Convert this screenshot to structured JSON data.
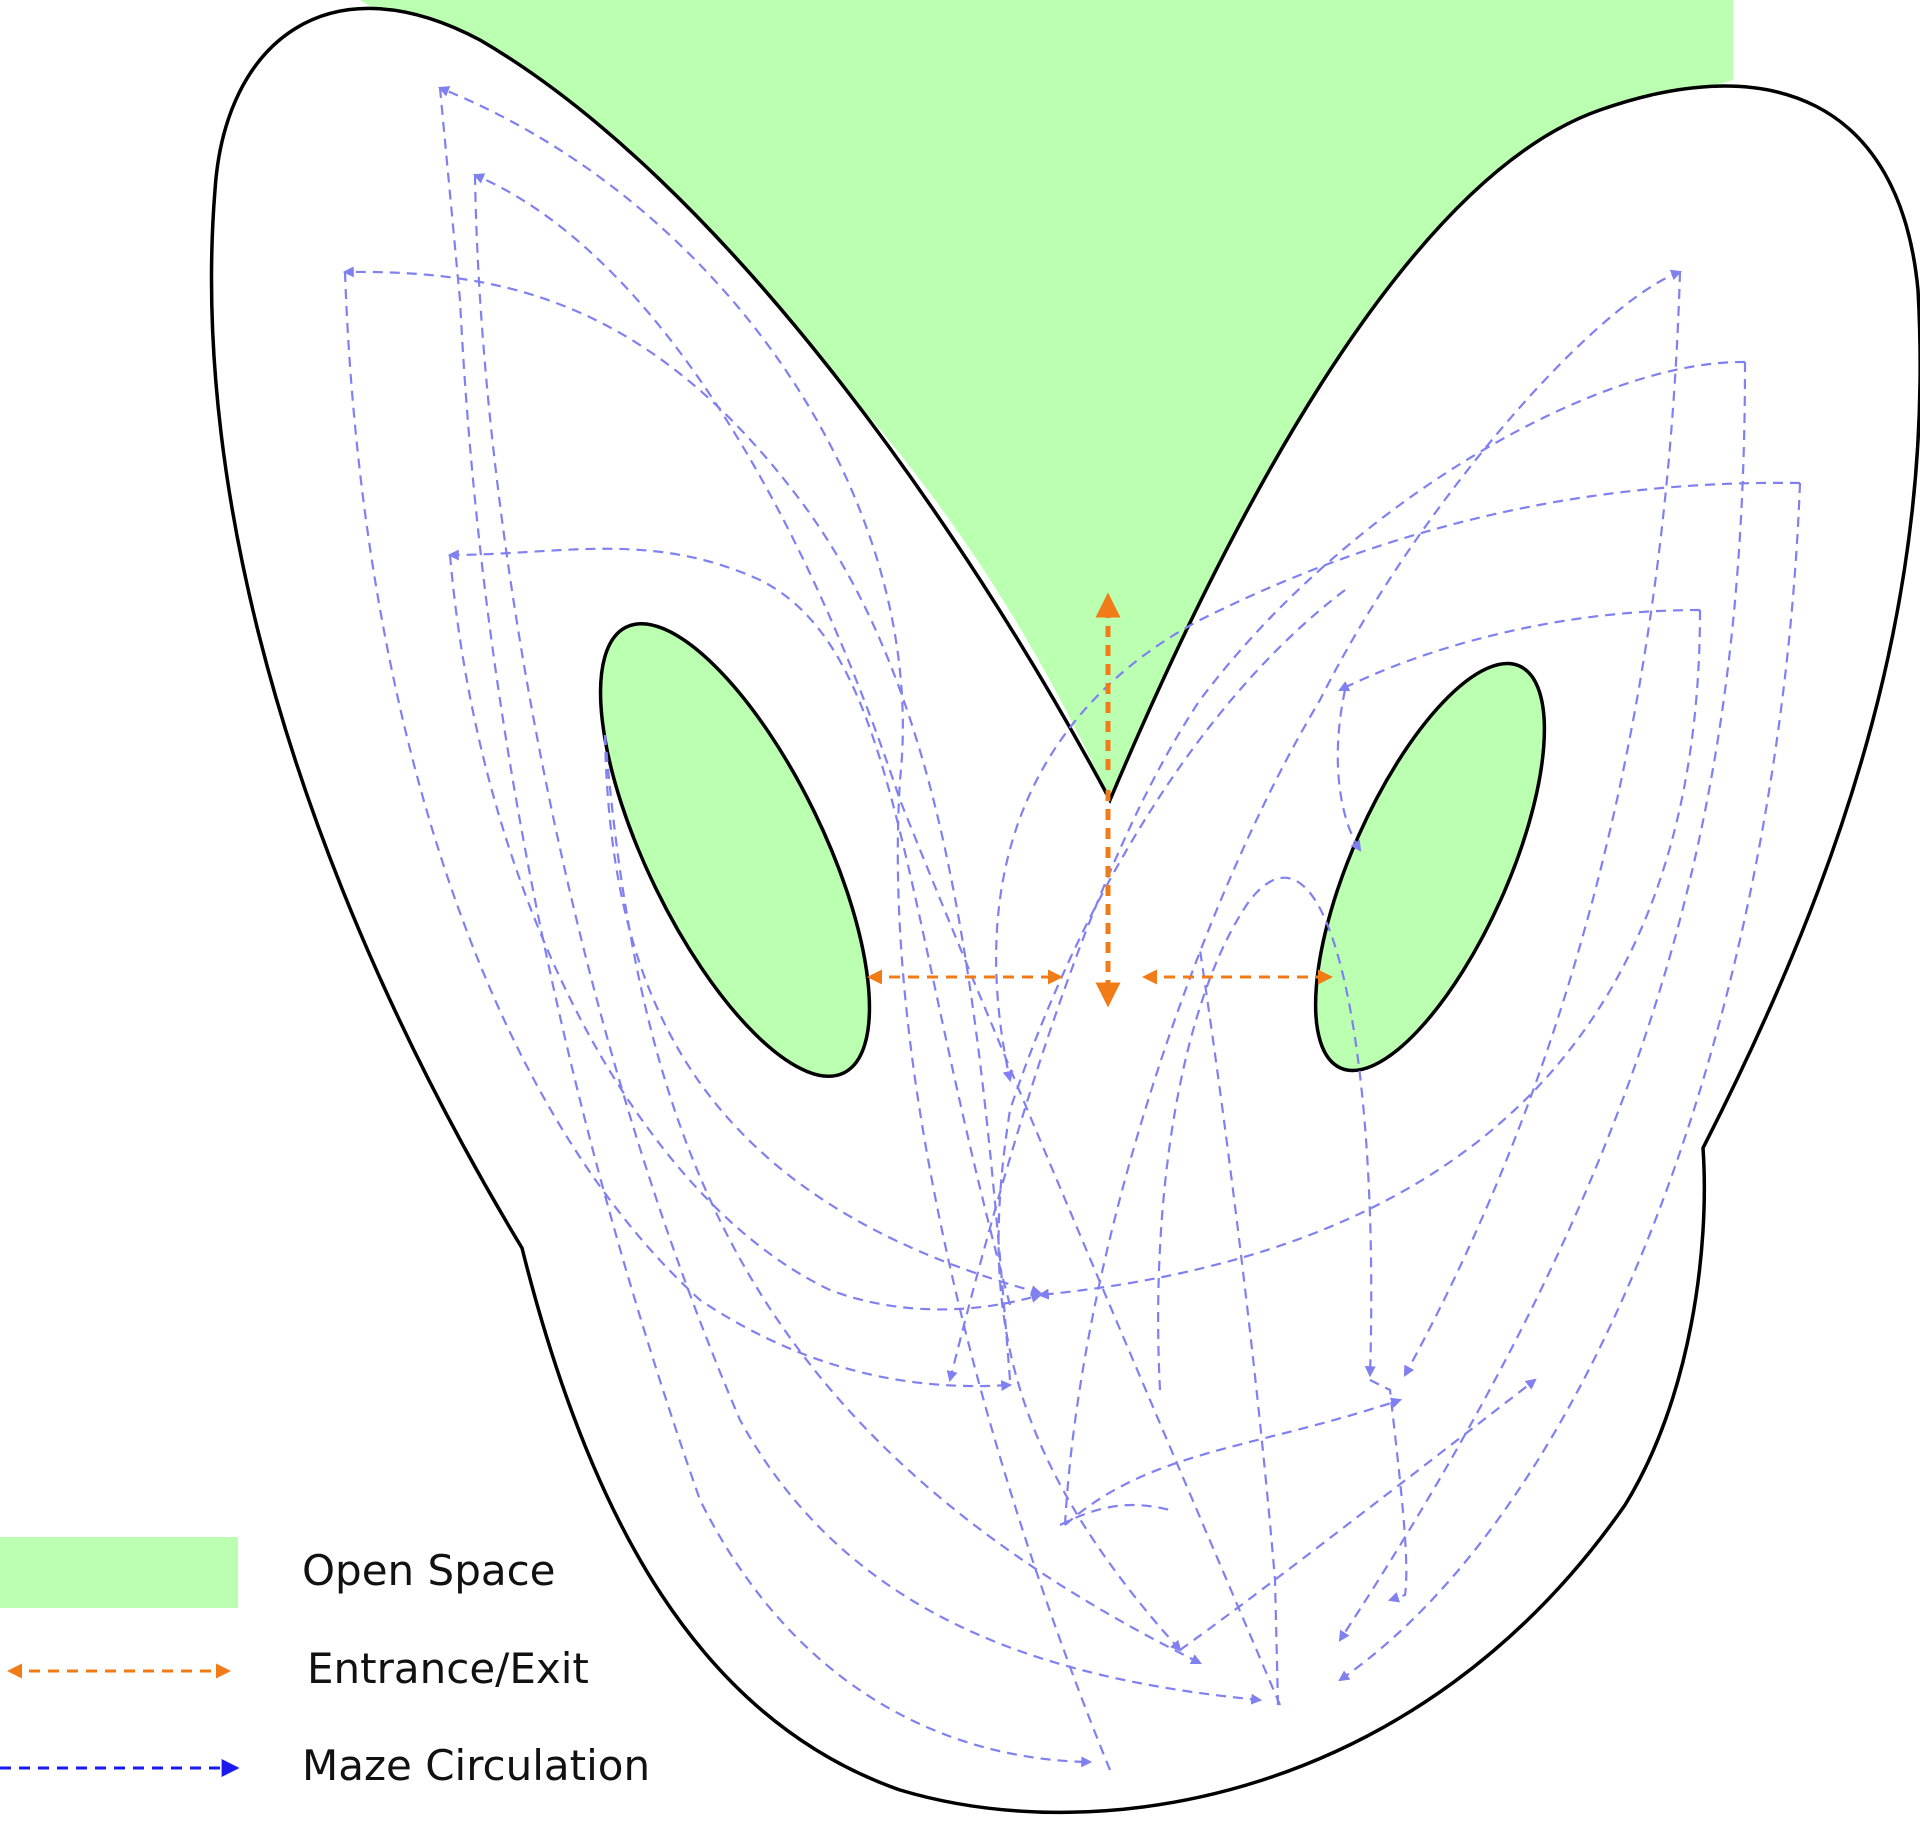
{
  "colors": {
    "open_space": "#bbffb0",
    "entrance_exit": "#f07b17",
    "circulation": "#8080f0",
    "legend_circulation": "#1a1af0",
    "outline": "#000000"
  },
  "legend": {
    "open_space_label": "Open Space",
    "entrance_exit_label": "Entrance/Exit",
    "maze_circulation_label": "Maze Circulation"
  }
}
